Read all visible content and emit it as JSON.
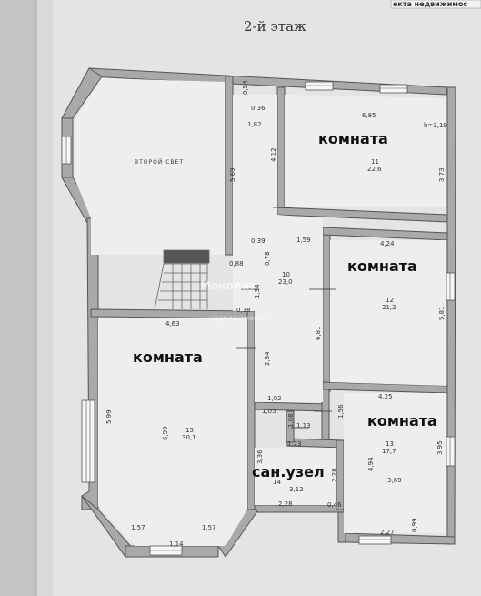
{
  "header": {
    "title": "2-й этаж",
    "corner_text": "екта недвижимос"
  },
  "rooms": {
    "room_top_right": {
      "label": "комната",
      "number": "11",
      "area": "22,6"
    },
    "room_mid_right": {
      "label": "комната",
      "number": "12",
      "area": "21,2"
    },
    "room_left": {
      "label": "комната",
      "number": "15",
      "area": "30,1"
    },
    "room_bottom_right": {
      "label": "комната",
      "number": "13",
      "area": "17,7"
    },
    "bathroom": {
      "label": "сан.узел",
      "number": "14"
    },
    "hall": {
      "number": "10",
      "area": "23,0"
    },
    "second_light": {
      "label": "ВТОРОЙ СВЕТ"
    }
  },
  "dimensions": {
    "d_054": "0,54",
    "d_036": "0,36",
    "d_182": "1,82",
    "d_569": "5,69",
    "d_412": "4,12",
    "d_685": "6,85",
    "d_h": "h=3,19",
    "d_373": "3,73",
    "d_159": "1,59",
    "d_424": "4,24",
    "d_039": "0,39",
    "d_078": "0,78",
    "d_088": "0,88",
    "d_134": "1,34",
    "d_038": "0,38",
    "d_581": "5,81",
    "d_681": "6,81",
    "d_463": "4,63",
    "d_284": "2,84",
    "d_599": "5,99",
    "d_699": "6,99",
    "d_102": "1,02",
    "d_105": "1,05",
    "d_108": "1,08",
    "d_113": "1,13",
    "d_156": "1,56",
    "d_425": "4,25",
    "d_123": "1,23",
    "d_336": "3,36",
    "d_228v": "2,28",
    "d_312": "3,12",
    "d_494": "4,94",
    "d_369": "3,69",
    "d_395": "3,95",
    "d_228": "2,28",
    "d_046": "0,46",
    "d_157a": "1,57",
    "d_157b": "1,57",
    "d_114": "1,14",
    "d_227": "2,27",
    "d_099": "0,99"
  },
  "watermark": {
    "line1": "Монолит",
    "line2": "недвижимость"
  }
}
